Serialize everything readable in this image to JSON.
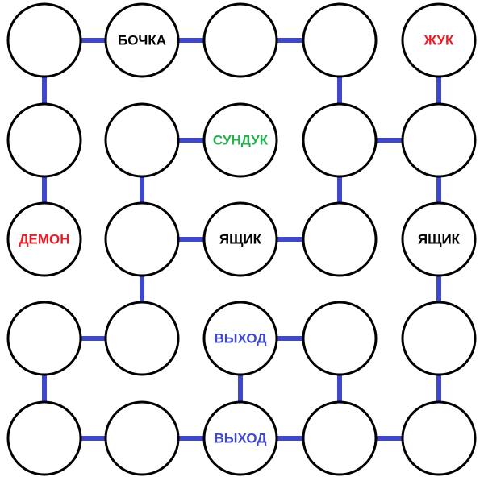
{
  "colors": {
    "edge": "#3f48cc",
    "node_stroke": "#000000",
    "node_fill": "#ffffff",
    "black": "#000000",
    "red": "#ed1c24",
    "green": "#22b14c",
    "blue": "#3f48cc"
  },
  "grid": {
    "rows": 5,
    "cols": 5
  },
  "nodes": [
    {
      "id": "r0c0",
      "row": 0,
      "col": 0,
      "label": "",
      "color": "black"
    },
    {
      "id": "r0c1",
      "row": 0,
      "col": 1,
      "label": "БОЧКА",
      "color": "black"
    },
    {
      "id": "r0c2",
      "row": 0,
      "col": 2,
      "label": "",
      "color": "black"
    },
    {
      "id": "r0c3",
      "row": 0,
      "col": 3,
      "label": "",
      "color": "black"
    },
    {
      "id": "r0c4",
      "row": 0,
      "col": 4,
      "label": "ЖУК",
      "color": "red"
    },
    {
      "id": "r1c0",
      "row": 1,
      "col": 0,
      "label": "",
      "color": "black"
    },
    {
      "id": "r1c1",
      "row": 1,
      "col": 1,
      "label": "",
      "color": "black"
    },
    {
      "id": "r1c2",
      "row": 1,
      "col": 2,
      "label": "СУНДУК",
      "color": "green"
    },
    {
      "id": "r1c3",
      "row": 1,
      "col": 3,
      "label": "",
      "color": "black"
    },
    {
      "id": "r1c4",
      "row": 1,
      "col": 4,
      "label": "",
      "color": "black"
    },
    {
      "id": "r2c0",
      "row": 2,
      "col": 0,
      "label": "ДЕМОН",
      "color": "red"
    },
    {
      "id": "r2c1",
      "row": 2,
      "col": 1,
      "label": "",
      "color": "black"
    },
    {
      "id": "r2c2",
      "row": 2,
      "col": 2,
      "label": "ЯЩИК",
      "color": "black"
    },
    {
      "id": "r2c3",
      "row": 2,
      "col": 3,
      "label": "",
      "color": "black"
    },
    {
      "id": "r2c4",
      "row": 2,
      "col": 4,
      "label": "ЯЩИК",
      "color": "black"
    },
    {
      "id": "r3c0",
      "row": 3,
      "col": 0,
      "label": "",
      "color": "black"
    },
    {
      "id": "r3c1",
      "row": 3,
      "col": 1,
      "label": "",
      "color": "black"
    },
    {
      "id": "r3c2",
      "row": 3,
      "col": 2,
      "label": "ВЫХОД",
      "color": "blue"
    },
    {
      "id": "r3c3",
      "row": 3,
      "col": 3,
      "label": "",
      "color": "black"
    },
    {
      "id": "r3c4",
      "row": 3,
      "col": 4,
      "label": "",
      "color": "black"
    },
    {
      "id": "r4c0",
      "row": 4,
      "col": 0,
      "label": "",
      "color": "black"
    },
    {
      "id": "r4c1",
      "row": 4,
      "col": 1,
      "label": "",
      "color": "black"
    },
    {
      "id": "r4c2",
      "row": 4,
      "col": 2,
      "label": "ВЫХОД",
      "color": "blue"
    },
    {
      "id": "r4c3",
      "row": 4,
      "col": 3,
      "label": "",
      "color": "black"
    },
    {
      "id": "r4c4",
      "row": 4,
      "col": 4,
      "label": "",
      "color": "black"
    }
  ],
  "edges": [
    {
      "from": "r0c0",
      "to": "r0c1"
    },
    {
      "from": "r0c1",
      "to": "r0c2"
    },
    {
      "from": "r0c2",
      "to": "r0c3"
    },
    {
      "from": "r0c0",
      "to": "r1c0"
    },
    {
      "from": "r0c3",
      "to": "r1c3"
    },
    {
      "from": "r0c4",
      "to": "r1c4"
    },
    {
      "from": "r1c1",
      "to": "r1c2"
    },
    {
      "from": "r1c3",
      "to": "r1c4"
    },
    {
      "from": "r1c0",
      "to": "r2c0"
    },
    {
      "from": "r1c1",
      "to": "r2c1"
    },
    {
      "from": "r1c3",
      "to": "r2c3"
    },
    {
      "from": "r1c4",
      "to": "r2c4"
    },
    {
      "from": "r2c1",
      "to": "r2c2"
    },
    {
      "from": "r2c2",
      "to": "r2c3"
    },
    {
      "from": "r2c1",
      "to": "r3c1"
    },
    {
      "from": "r2c4",
      "to": "r3c4"
    },
    {
      "from": "r3c0",
      "to": "r3c1"
    },
    {
      "from": "r3c2",
      "to": "r3c3"
    },
    {
      "from": "r3c0",
      "to": "r4c0"
    },
    {
      "from": "r3c2",
      "to": "r4c2"
    },
    {
      "from": "r3c3",
      "to": "r4c3"
    },
    {
      "from": "r3c4",
      "to": "r4c4"
    },
    {
      "from": "r4c0",
      "to": "r4c1"
    },
    {
      "from": "r4c1",
      "to": "r4c2"
    },
    {
      "from": "r4c2",
      "to": "r4c3"
    },
    {
      "from": "r4c3",
      "to": "r4c4"
    }
  ]
}
